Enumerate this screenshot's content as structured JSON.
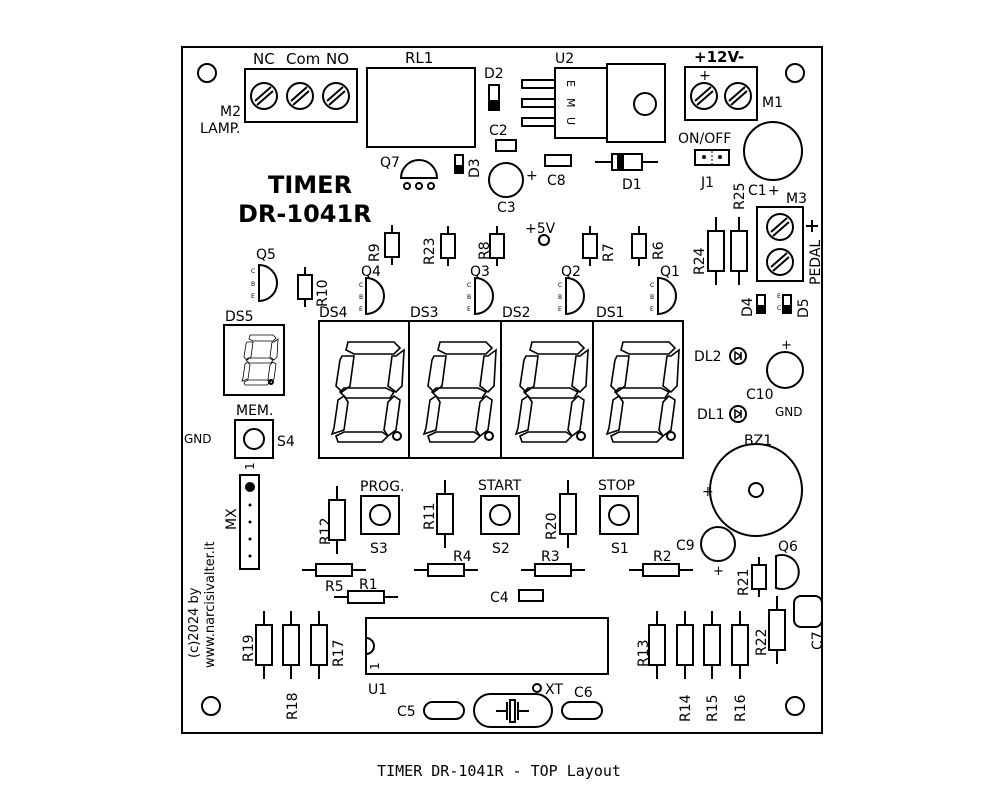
{
  "caption": "TIMER DR-1041R - TOP Layout",
  "board": {
    "title_line1": "TIMER",
    "title_line2": "DR-1041R",
    "copyright_line1": "(c)2024 by",
    "copyright_line2": "www.narcisivalter.it"
  },
  "labels": {
    "nc": "NC",
    "com": "Com",
    "no": "NO",
    "rl1": "RL1",
    "u2": "U2",
    "twelve_v": "+12V-",
    "m1": "M1",
    "m2": "M2",
    "lamp": "LAMP.",
    "d2": "D2",
    "c2": "C2",
    "q7": "Q7",
    "d3": "D3",
    "c3": "C3",
    "c8": "C8",
    "d1": "D1",
    "on_off": "ON/OFF",
    "j1": "J1",
    "c1": "C1",
    "m3": "M3",
    "r25": "R25",
    "r24": "R24",
    "pedal": "PEDAL",
    "r9": "R9",
    "r23": "R23",
    "r8": "R8",
    "plus5v": "+5V",
    "r7": "R7",
    "r6": "R6",
    "q5": "Q5",
    "r10": "R10",
    "q4": "Q4",
    "q3": "Q3",
    "q2": "Q2",
    "q1": "Q1",
    "d4": "D4",
    "d5": "D5",
    "ds5": "DS5",
    "ds4": "DS4",
    "ds3": "DS3",
    "ds2": "DS2",
    "ds1": "DS1",
    "dl2": "DL2",
    "dl1": "DL1",
    "c10": "C10",
    "gnd_right": "GND",
    "gnd_left": "GND",
    "mem": "MEM.",
    "s4": "S4",
    "bz1": "BZ1",
    "r12": "R12",
    "prog": "PROG.",
    "s3": "S3",
    "r11": "R11",
    "start": "START",
    "s2": "S2",
    "r20": "R20",
    "stop": "STOP",
    "s1": "S1",
    "c9": "C9",
    "q6": "Q6",
    "r21": "R21",
    "r5": "R5",
    "r4": "R4",
    "r3": "R3",
    "r2": "R2",
    "r1": "R1",
    "c4": "C4",
    "mx": "MX",
    "mx_pin1": "1",
    "r19": "R19",
    "r18": "R18",
    "r17": "R17",
    "u1": "U1",
    "u1_pin1": "1",
    "r13": "R13",
    "r14": "R14",
    "r15": "R15",
    "r16": "R16",
    "r22": "R22",
    "c7": "C7",
    "c5": "C5",
    "xt": "XT",
    "c6": "C6",
    "trans_c": "C",
    "trans_b": "B",
    "trans_e": "E",
    "u2_e": "E",
    "u2_m": "M",
    "u2_u": "U",
    "plus": "+"
  }
}
